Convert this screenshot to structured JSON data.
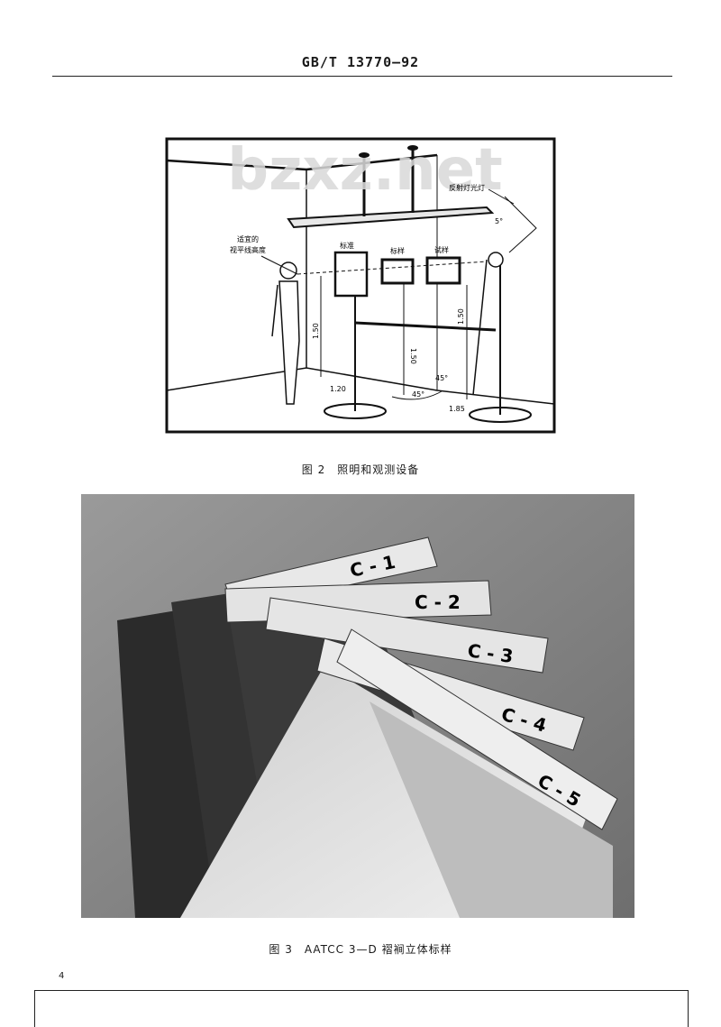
{
  "header": {
    "standard_code": "GB/T 13770—92"
  },
  "figure2": {
    "watermark": "bzxz.net",
    "labels": {
      "eye_level": [
        "适宜的",
        "视平线高度"
      ],
      "reference_standard": "标准",
      "standard_sample": "标样",
      "test_sample": "试样",
      "reflector_lamp": "反射灯光灯",
      "angle_5": "5°",
      "angle_45_floor": "45°",
      "angle_45_side": "45°",
      "dim_150_left": "1.50",
      "dim_150_center": "1.50",
      "dim_150_right": "1.50",
      "dim_120": "1.20",
      "dim_185": "1.85"
    },
    "caption": "图 2　照明和观测设备"
  },
  "figure3": {
    "cards": [
      "C - 1",
      "C - 2",
      "C - 3",
      "C - 4",
      "C - 5"
    ],
    "caption": "图 3　AATCC 3—D 褶裥立体标样"
  },
  "footer": {
    "page_number": "4"
  }
}
